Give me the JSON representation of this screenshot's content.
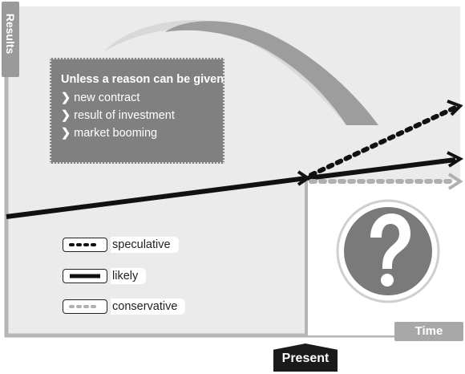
{
  "axes": {
    "y_label": "Results",
    "x_label": "Time",
    "present_label": "Present"
  },
  "note": {
    "heading": "Unless a reason can be given",
    "items": [
      "new contract",
      "result of investment",
      "market booming"
    ]
  },
  "legend": [
    {
      "key": "speculative",
      "label": "speculative",
      "style": "dotted-black"
    },
    {
      "key": "likely",
      "label": "likely",
      "style": "solid-black"
    },
    {
      "key": "conservative",
      "label": "conservative",
      "style": "dotted-grey"
    }
  ],
  "future_marker": "question-mark-icon",
  "colors": {
    "background_panel": "#ebebeb",
    "frame": "#b5b5b5",
    "note_box": "#808080",
    "solid_line": "#111111",
    "speculative_line": "#111111",
    "conservative_line": "#b0b0b0",
    "question_circle": "#7a7a7a"
  }
}
